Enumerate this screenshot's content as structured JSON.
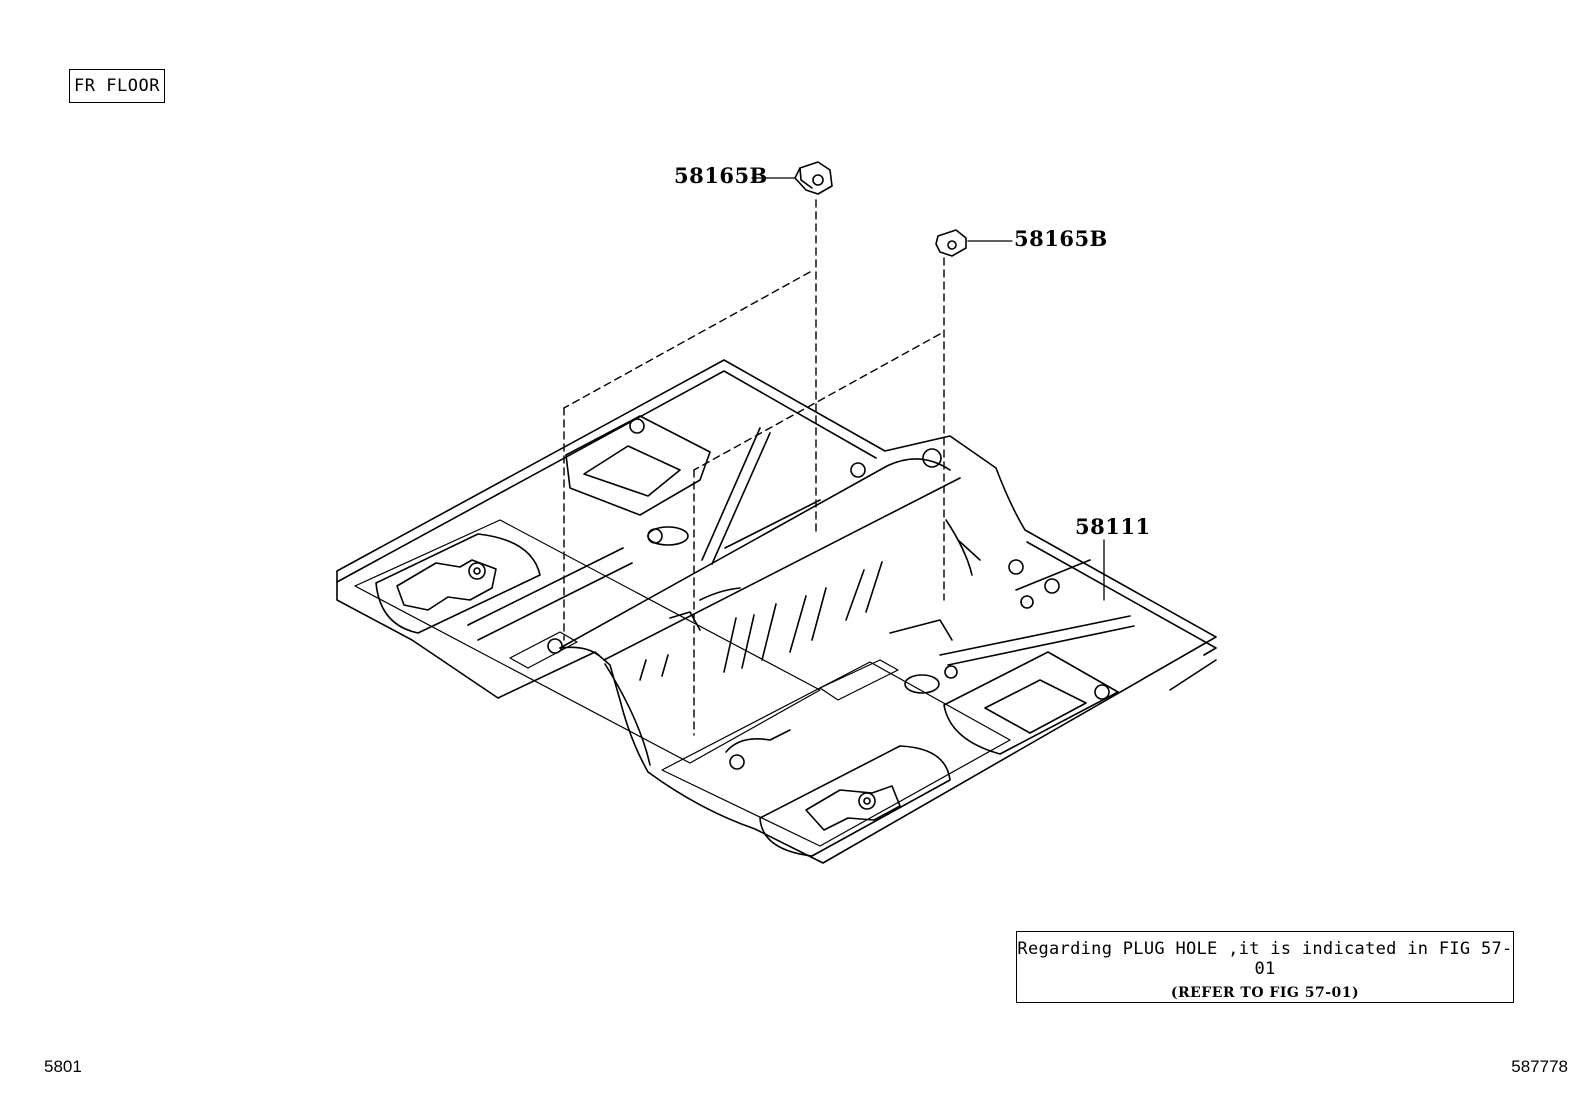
{
  "section_label": "FR FLOOR",
  "callouts": {
    "clip_upper": "58165B",
    "clip_lower": "58165B",
    "floor_pan": "58111"
  },
  "note": {
    "line1": "Regarding PLUG HOLE ,it is indicated in FIG 57-01",
    "line2": "(REFER TO FIG 57-01)"
  },
  "footer": {
    "left_code": "5801",
    "right_code": "587778"
  }
}
